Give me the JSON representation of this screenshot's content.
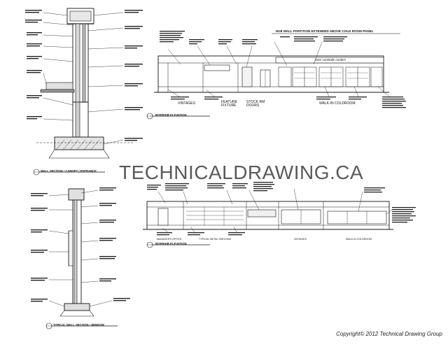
{
  "watermark": "TECHNICALDRAWING.CA",
  "copyright": "Copyright© 2012 Technical Drawing Group",
  "views": {
    "wall_section_canopy": "WALL SECTION • CANOPY / ENTRANCE",
    "interior_elevation_top": "INTERIOR ELEVATION",
    "interior_elevation_bottom": "INTERIOR ELEVATION",
    "typical_wall_section": "TYPICAL WALL SECTION • WINDOW"
  },
  "top_elevation": {
    "banner": "W28 WALL PARTITION EXTENDED ABOVE COLD ROOM PANEL",
    "sign": "beer cocktails coolers",
    "labels": {
      "vintages": "VINTAGES",
      "feature_fixture": "FEATURE FIXTURE",
      "stock_rm_doors": "STOCK RM DOORS",
      "walk_in_coldroom": "WALK-IN COLDROOM"
    }
  },
  "bottom_elevation": {
    "labels": {
      "managers_office": "MANAGER'S OFFICE",
      "typical_metal_shelving": "TYPICAL METAL SHELVING",
      "vintages": "VINTAGES",
      "walk_in_coldroom": "WALK-IN COLDROOM"
    }
  }
}
